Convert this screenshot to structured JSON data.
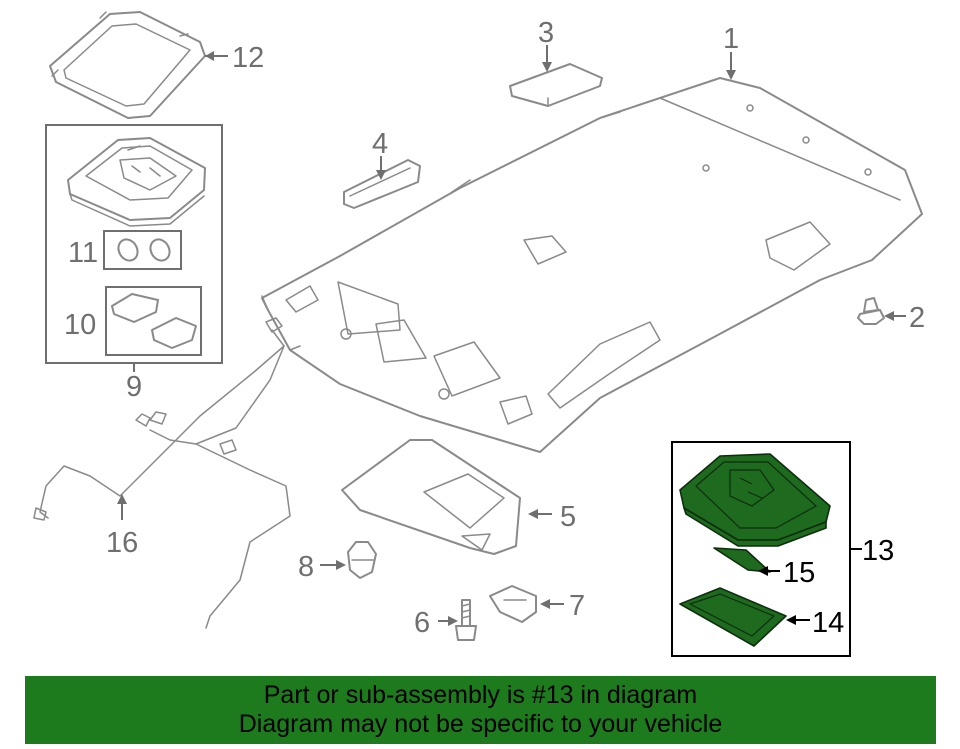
{
  "callouts": {
    "c1": "1",
    "c2": "2",
    "c3": "3",
    "c4": "4",
    "c5": "5",
    "c6": "6",
    "c7": "7",
    "c8": "8",
    "c9": "9",
    "c10": "10",
    "c11": "11",
    "c12": "12",
    "c13": "13",
    "c14": "14",
    "c15": "15",
    "c16": "16"
  },
  "highlight_color": "#1e6a1e",
  "banner": {
    "color": "#1d7a1d",
    "line1": "Part or sub-assembly is #13 in diagram",
    "line2": "Diagram may not be specific to your vehicle"
  }
}
